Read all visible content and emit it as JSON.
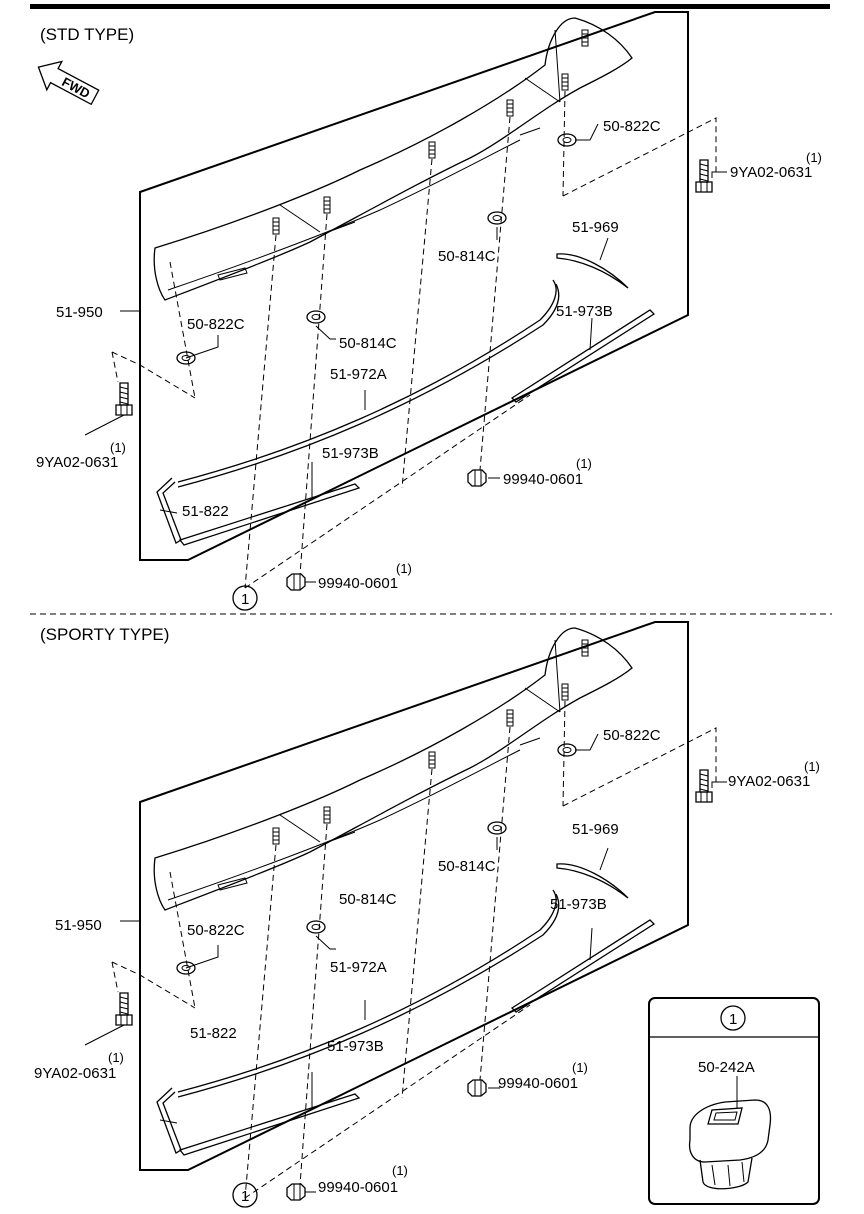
{
  "sections": {
    "std": {
      "title": "(STD TYPE)"
    },
    "sporty": {
      "title": "(SPORTY TYPE)"
    }
  },
  "fwd_label": "FWD",
  "callout_ref": "1",
  "callout_detail": {
    "ref": "1",
    "part": "50-242A"
  },
  "std_labels": {
    "p50822c_top": "50-822C",
    "p9ya02_right": "9YA02-0631",
    "p9ya02_right_qty": "(1)",
    "p51969": "51-969",
    "p50814c_right": "50-814C",
    "p51950": "51-950",
    "p51973b_right": "51-973B",
    "p50822c_left": "50-822C",
    "p50814c_left": "50-814C",
    "p51972a": "51-972A",
    "p9ya02_left": "9YA02-0631",
    "p9ya02_left_qty": "(1)",
    "p51973b_lower": "51-973B",
    "p99940_right": "99940-0601",
    "p99940_right_qty": "(1)",
    "p51822": "51-822",
    "p99940_bottom": "99940-0601",
    "p99940_bottom_qty": "(1)"
  },
  "sporty_labels": {
    "p50822c_top": "50-822C",
    "p9ya02_right": "9YA02-0631",
    "p9ya02_right_qty": "(1)",
    "p51969": "51-969",
    "p50814c_right": "50-814C",
    "p51950": "51-950",
    "p51973b_right": "51-973B",
    "p50822c_left": "50-822C",
    "p50814c_left": "50-814C",
    "p51972a": "51-972A",
    "p9ya02_left": "9YA02-0631",
    "p9ya02_left_qty": "(1)",
    "p51973b_lower": "51-973B",
    "p99940_right": "99940-0601",
    "p99940_right_qty": "(1)",
    "p51822": "51-822",
    "p99940_bottom": "99940-0601",
    "p99940_bottom_qty": "(1)"
  }
}
